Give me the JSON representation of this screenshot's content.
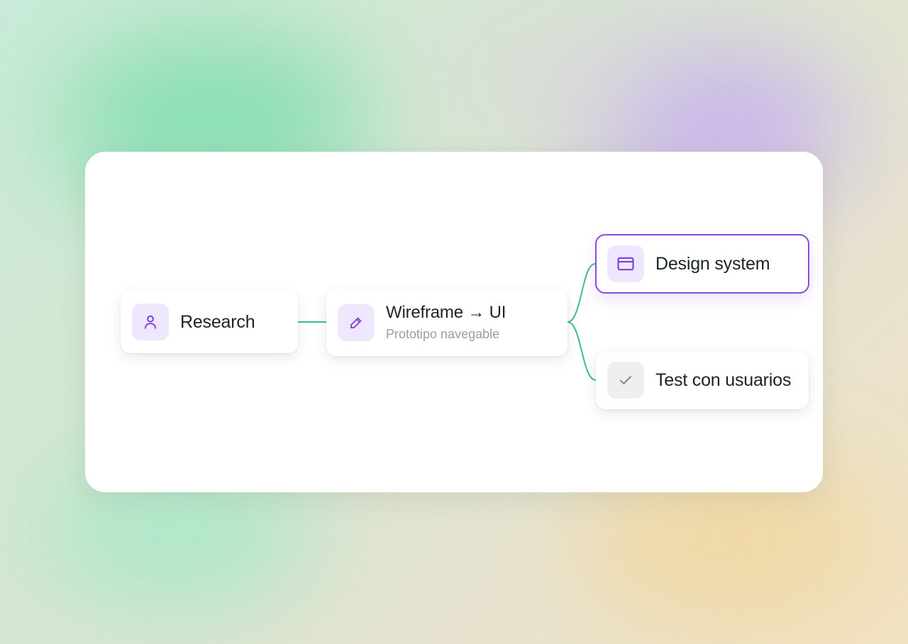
{
  "colors": {
    "accent": "#8a4be0",
    "connector": "#3dbf8a",
    "icon_purple": "#7b3fe0",
    "icon_gray": "#8a8f8c"
  },
  "nodes": {
    "research": {
      "label": "Research",
      "icon": "user-icon"
    },
    "wireframe": {
      "label": "Wireframe → UI",
      "sublabel": "Prototipo navegable",
      "icon": "pencil-icon"
    },
    "design_system": {
      "label": "Design system",
      "icon": "card-icon",
      "selected": true
    },
    "test": {
      "label": "Test con usuarios",
      "icon": "check-icon"
    }
  },
  "edges": [
    {
      "from": "research",
      "to": "wireframe"
    },
    {
      "from": "wireframe",
      "to": "design_system"
    },
    {
      "from": "wireframe",
      "to": "test"
    }
  ]
}
